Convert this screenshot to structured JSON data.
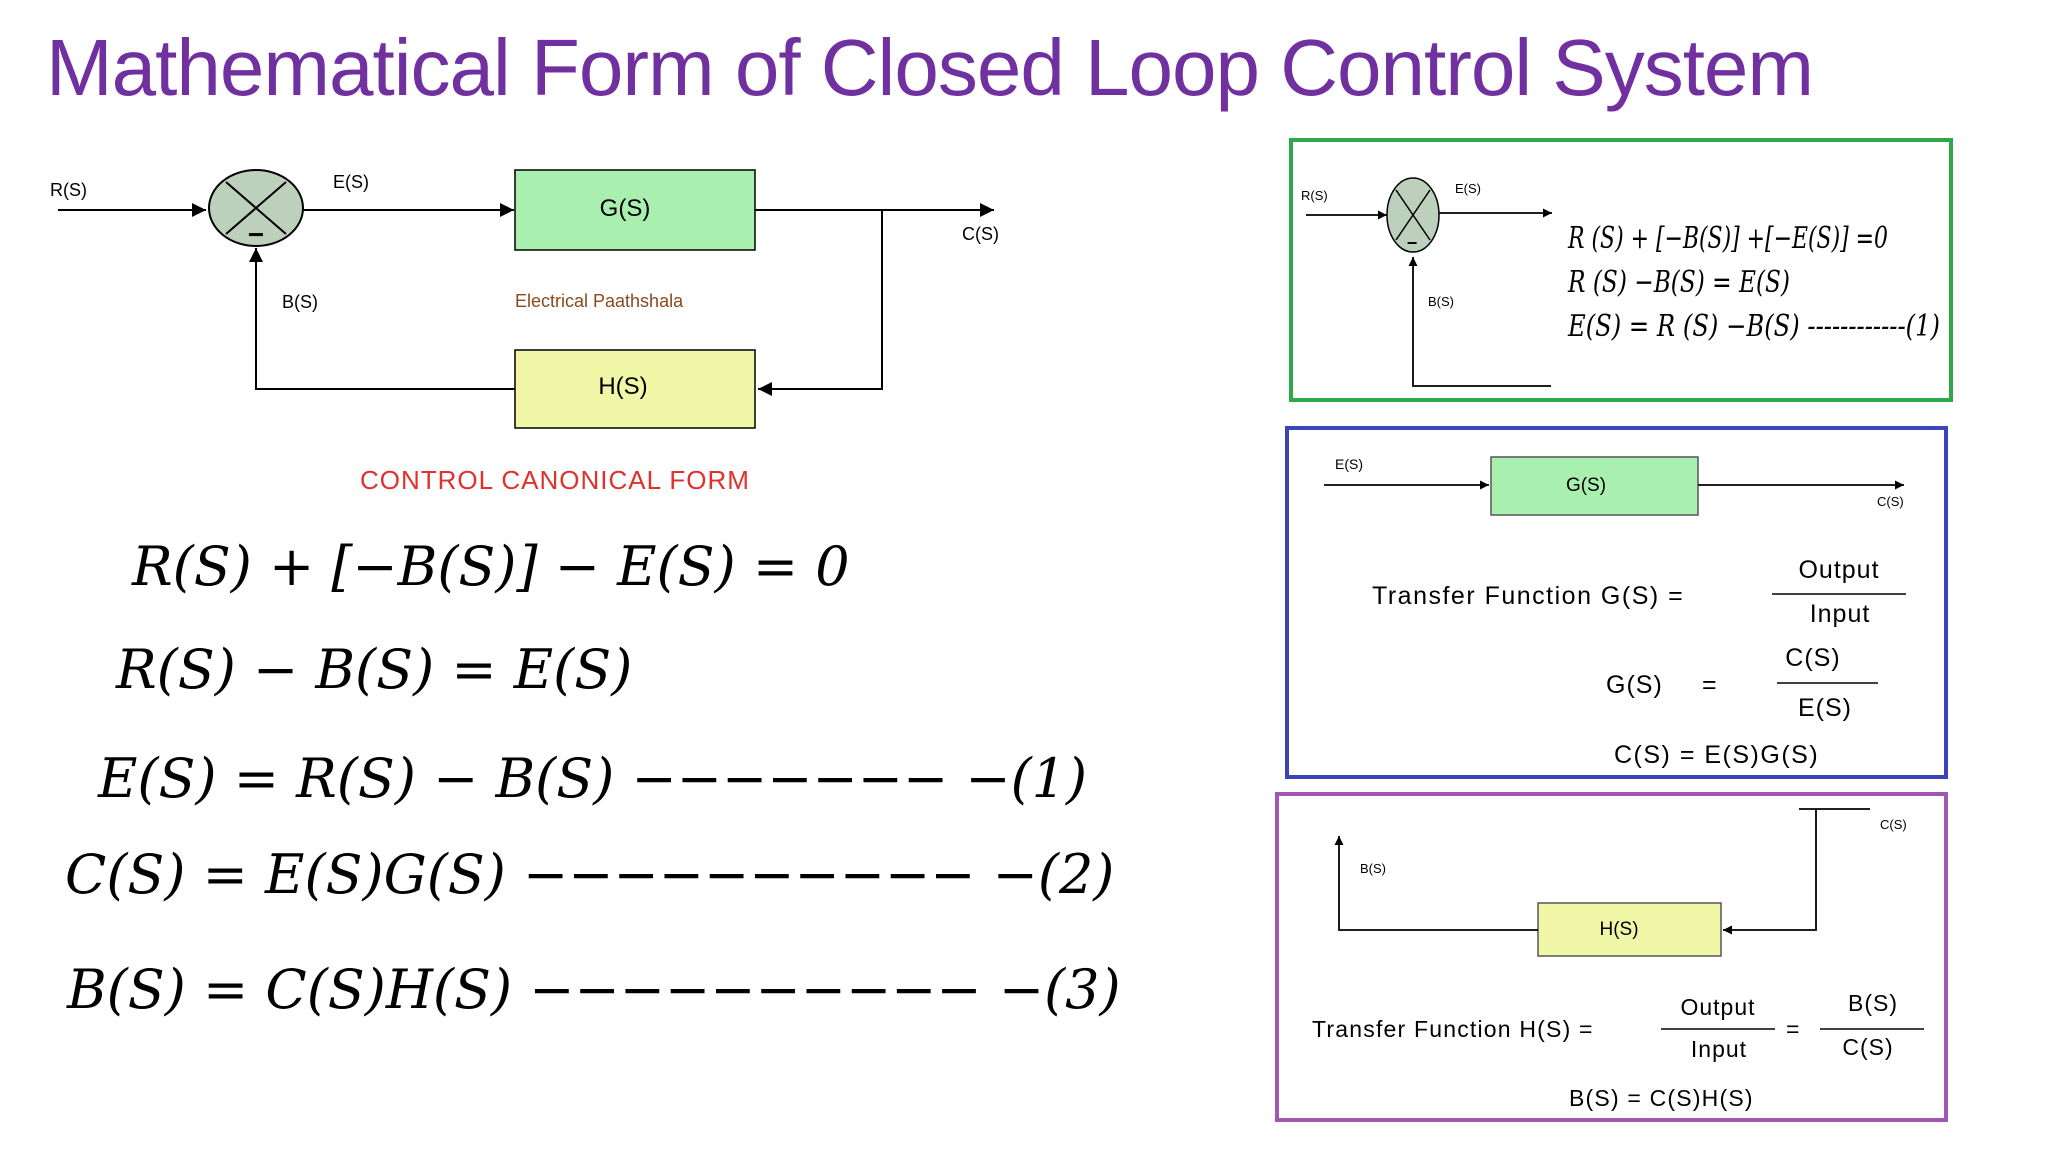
{
  "title": "Mathematical Form of Closed Loop Control System",
  "main_diagram": {
    "input_label": "R(S)",
    "error_label": "E(S)",
    "forward_block": "G(S)",
    "output_label": "C(S)",
    "feedback_label": "B(S)",
    "feedback_block": "H(S)",
    "minus_sign": "−",
    "watermark": "Electrical Paathshala",
    "caption": "CONTROL CANONICAL FORM"
  },
  "equations": [
    "R(S) + [−B(S)] − E(S) = 0",
    "R(S) − B(S) = E(S)",
    "E(S) = R(S) − B(S)  −−−−−−− −(1)",
    "C(S) = E(S)G(S) −−−−−−−−−− −(2)",
    "B(S) = C(S)H(S) −−−−−−−−−− −(3)"
  ],
  "panel_summing": {
    "input_label": "R(S)",
    "error_label": "E(S)",
    "feedback_label": "B(S)",
    "minus_sign": "−",
    "equations": [
      "R (S) + [−B(S)] +[−E(S)] =0",
      "R (S) −B(S) = E(S)",
      "E(S) = R (S) −B(S) ------------(1)"
    ]
  },
  "panel_forward": {
    "input_label": "E(S)",
    "block": "G(S)",
    "output_label": "C(S)",
    "tf_label": "Transfer Function G(S) =",
    "tf_num": "Output",
    "tf_den": "Input",
    "g_label": "G(S)",
    "eq_sign": "=",
    "g_num": "C(S)",
    "g_den": "E(S)",
    "result": "C(S) = E(S)G(S)"
  },
  "panel_feedback": {
    "output_label": "C(S)",
    "feedback_label": "B(S)",
    "block": "H(S)",
    "tf_label": "Transfer Function H(S) =",
    "tf_num": "Output",
    "tf_den": "Input",
    "eq_sign": "=",
    "h_num": "B(S)",
    "h_den": "C(S)",
    "result": "B(S) = C(S)H(S)"
  },
  "colors": {
    "title": "#7030a0",
    "forward_block_fill": "#a9f0b0",
    "feedback_block_fill": "#f0f8a8",
    "caption": "#e0312a",
    "watermark": "#8a4a1c",
    "summing_fill": "#bcd0bc",
    "panel_summing_border": "#2fa84b",
    "panel_forward_border": "#3b44b8",
    "panel_feedback_border": "#a155b5"
  }
}
